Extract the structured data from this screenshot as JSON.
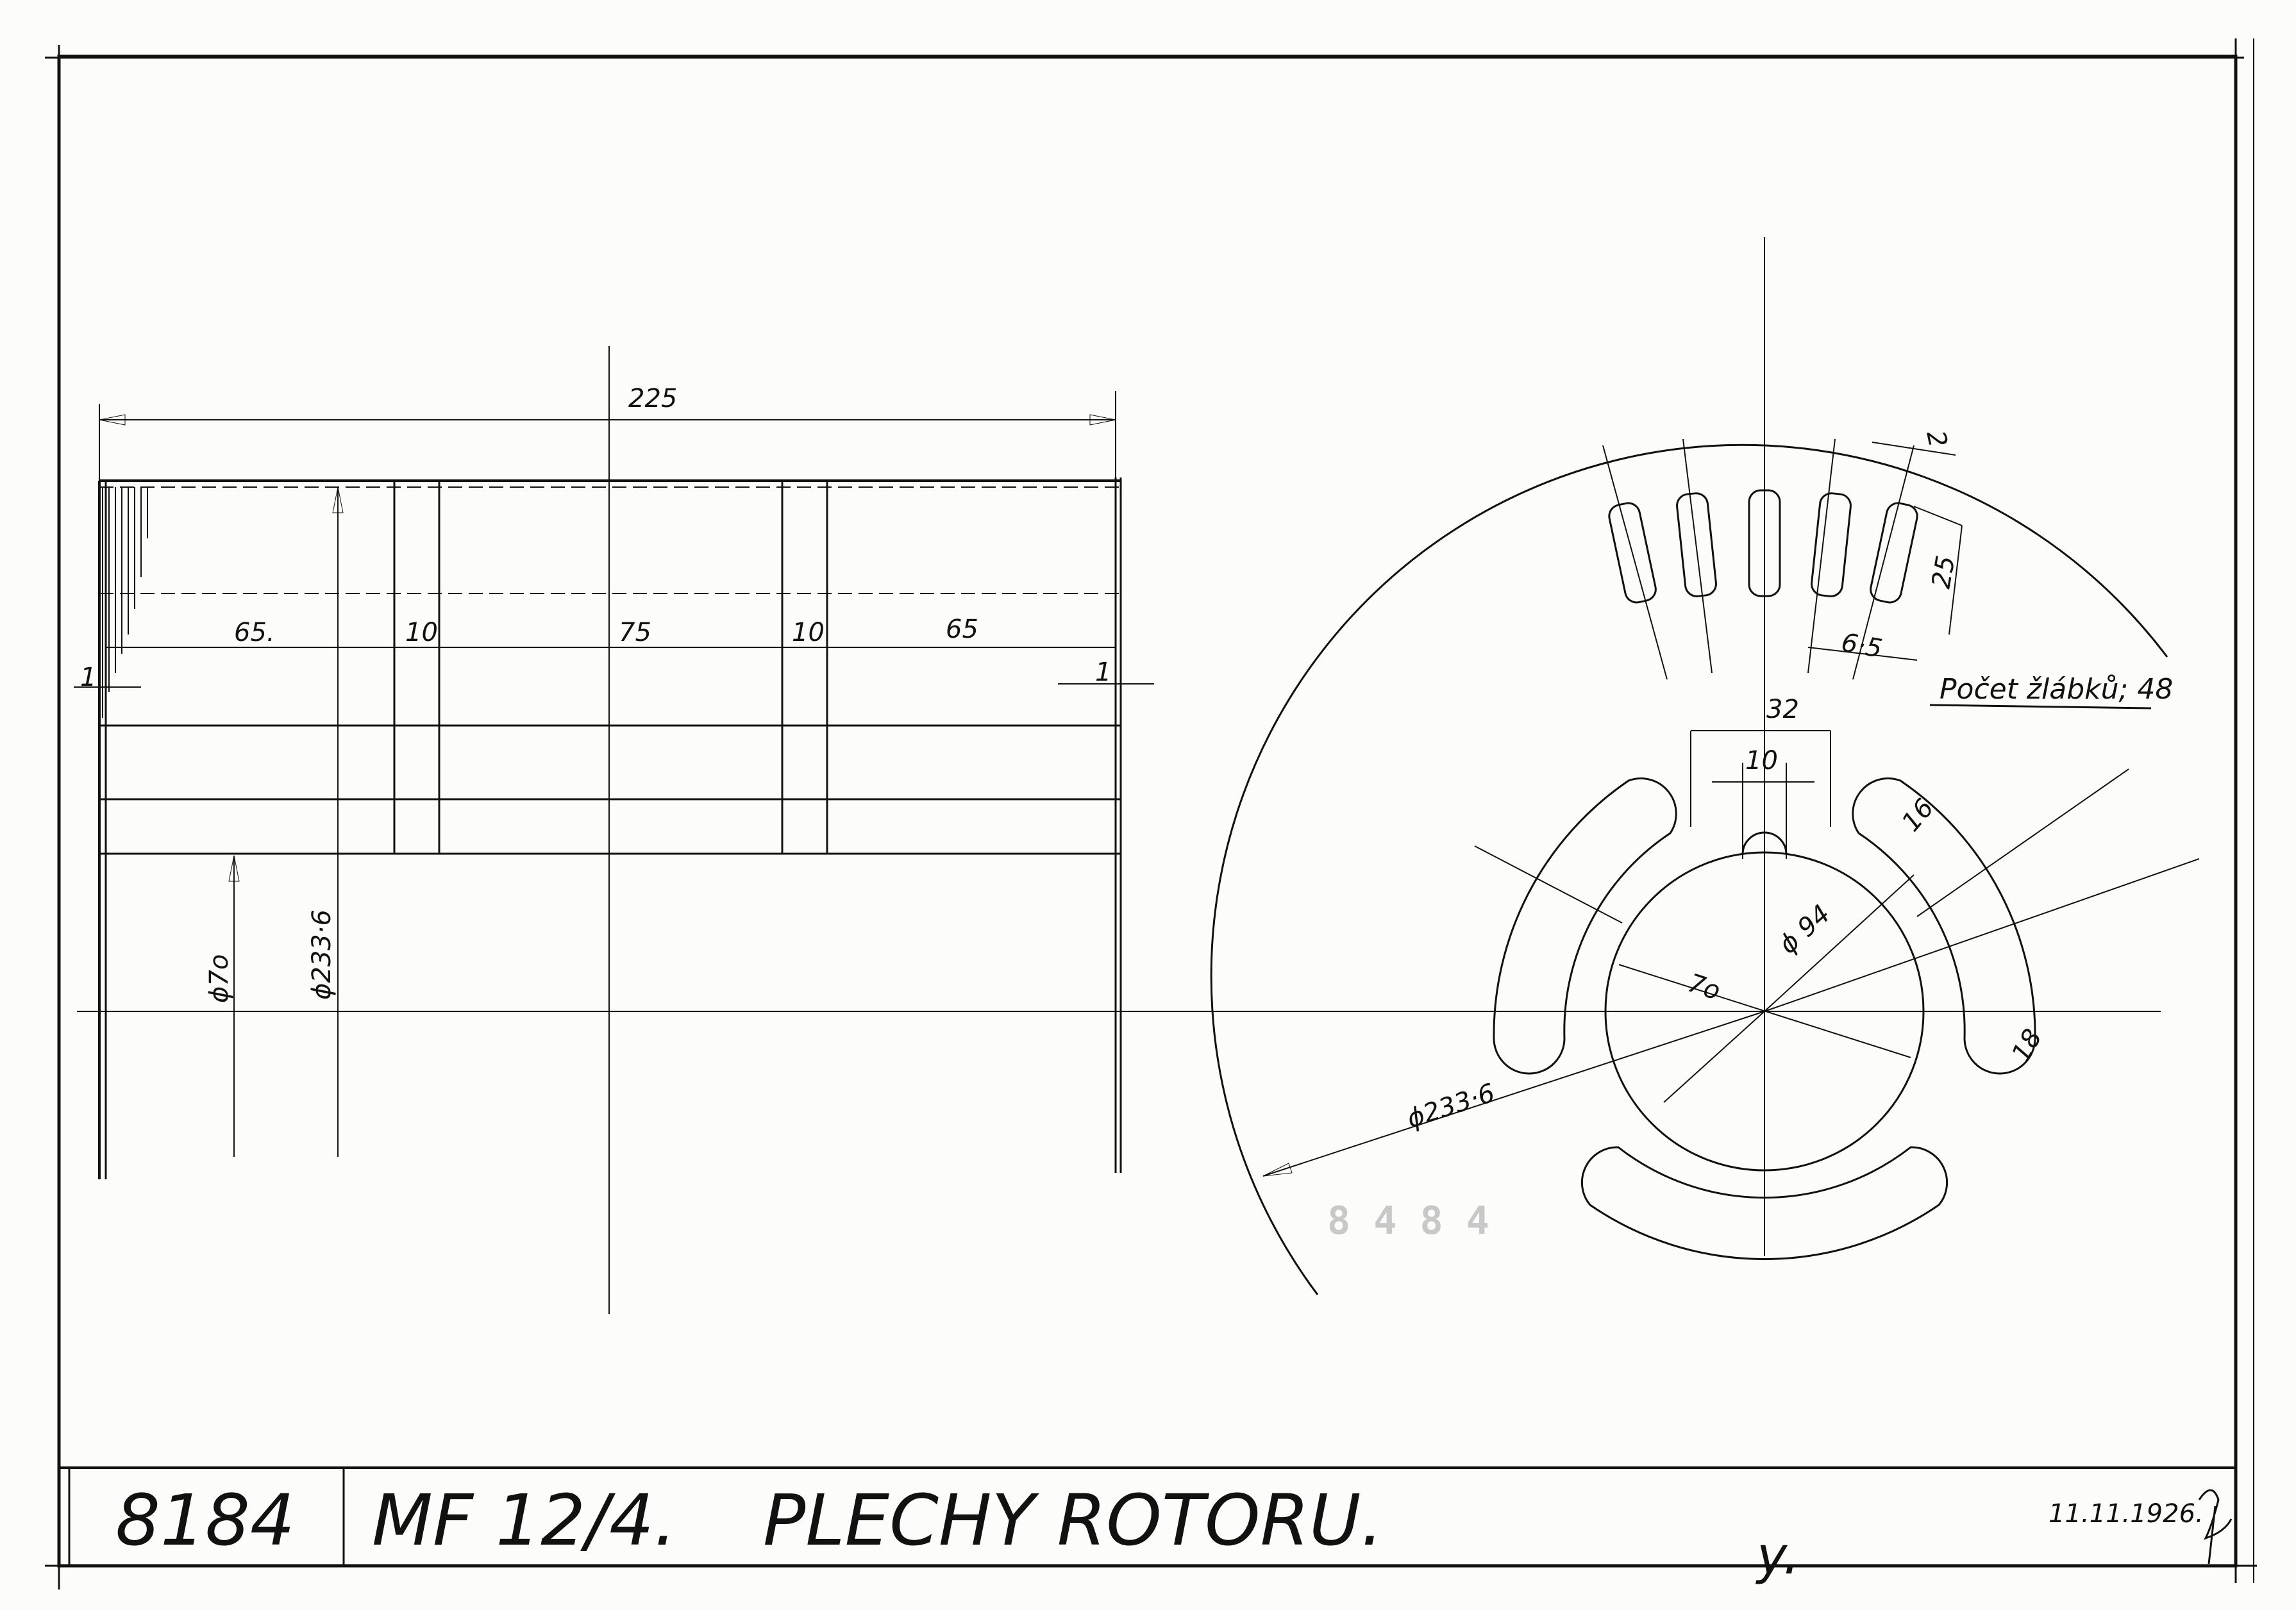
{
  "title_block": {
    "drawing_number": "8184",
    "model": "MF 12/4.",
    "title": "PLECHY ROTORU.",
    "date": "11.11.1926.",
    "signature_mark": "y."
  },
  "stamp": "8 4 8 4",
  "side_view": {
    "overall_length": "225",
    "segments": [
      "65.",
      "10",
      "75",
      "10",
      "65"
    ],
    "edge_left": "1",
    "edge_right": "1",
    "outer_diameter": "ϕ233·6",
    "inner_diameter": "ϕ7o"
  },
  "front_view": {
    "slot_width": "2",
    "slot_depth": "25",
    "slot_pitch": "6·5",
    "slot_count_label": "Počet žlábků; 48",
    "rib_width": "32",
    "key_width": "10",
    "vent_width": "16",
    "bore_diameter": "ϕ 94",
    "shaft_diameter": "7o",
    "outer_diameter": "ϕ233·6",
    "vent_radius": "18"
  }
}
